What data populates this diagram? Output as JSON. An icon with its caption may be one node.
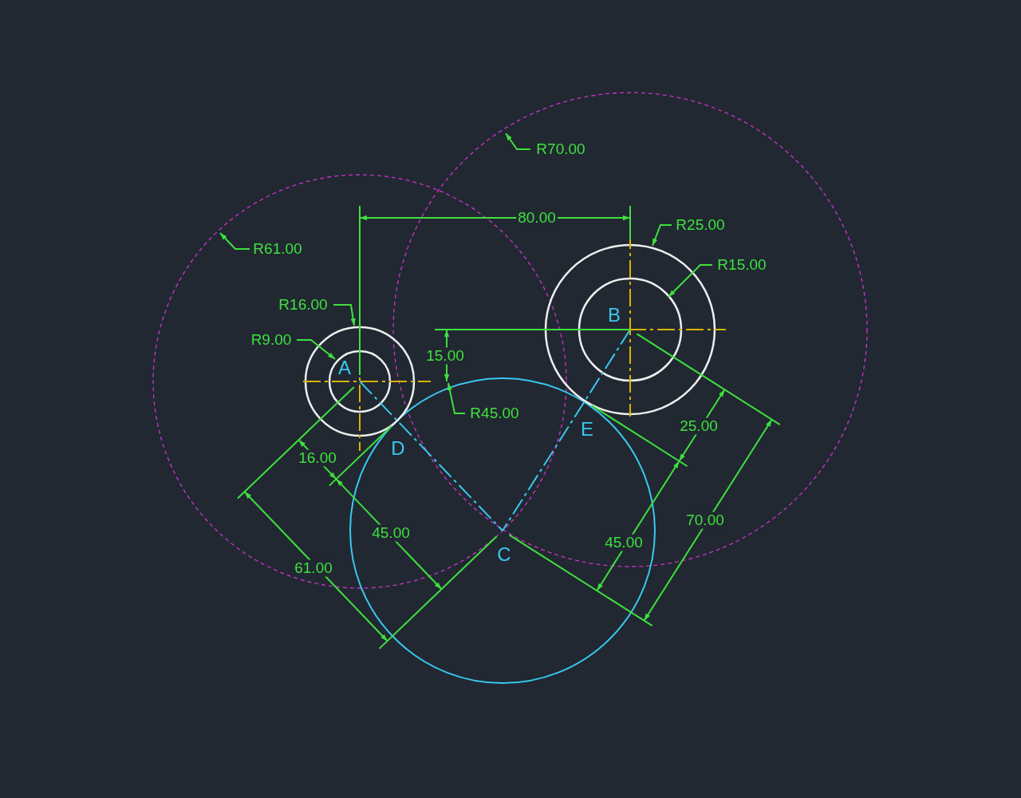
{
  "diagram": {
    "labels": [
      "R70.00",
      "80.00",
      "R25.00",
      "R61.00",
      "R15.00",
      "R16.00",
      "B",
      "R9.00",
      "15.00",
      "A",
      "R45.00",
      "25.00",
      "E",
      "16.00",
      "D",
      "70.00",
      "45.00",
      "45.00",
      "C",
      "61.00"
    ]
  }
}
